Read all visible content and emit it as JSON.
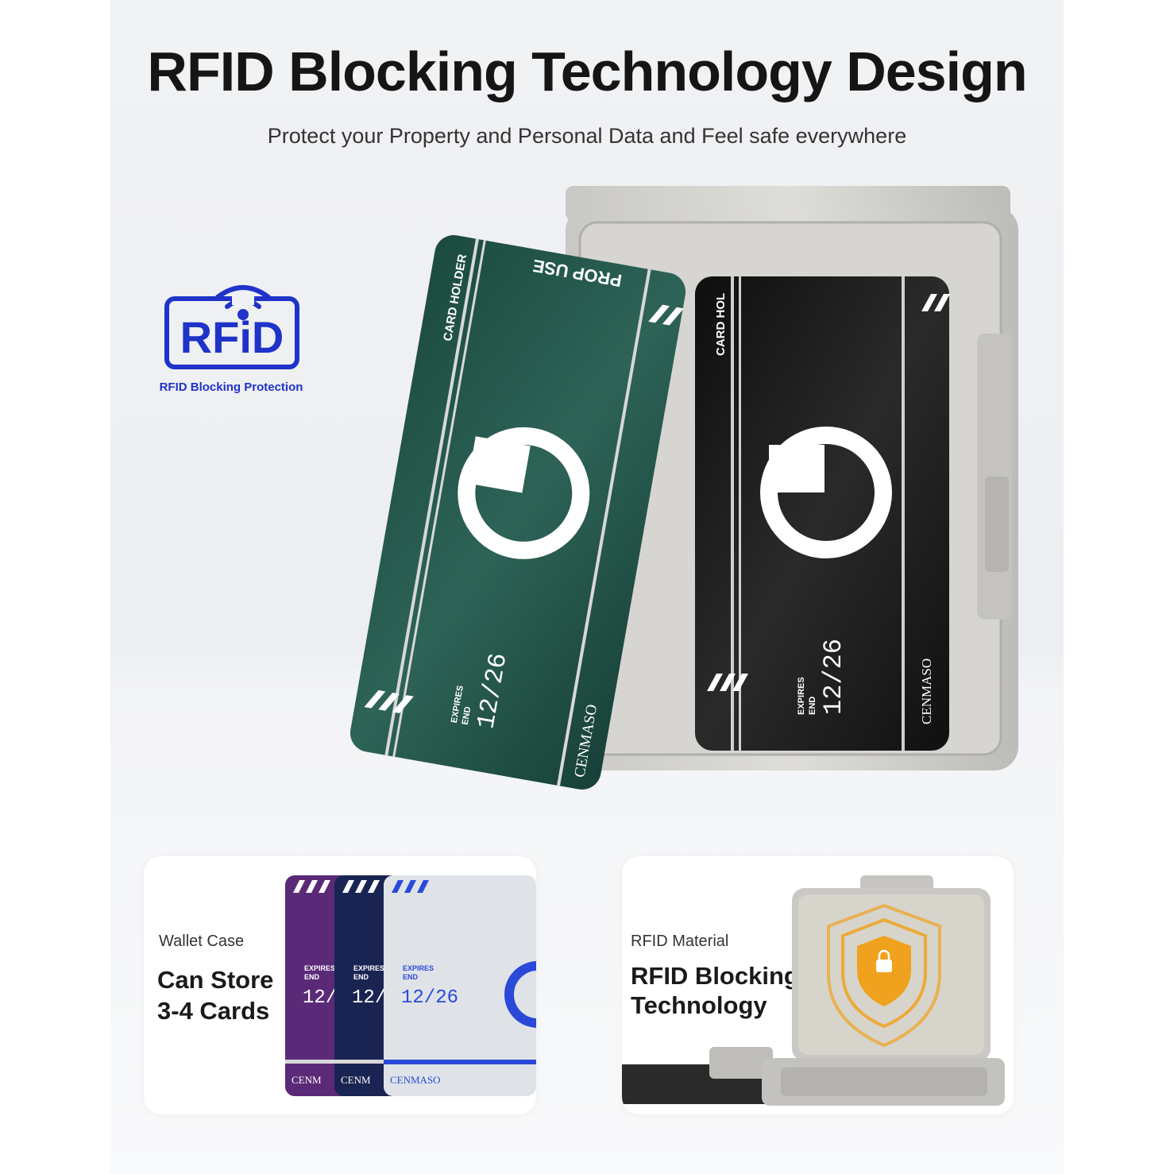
{
  "header": {
    "title": "RFID Blocking Technology Design",
    "subtitle": "Protect your Property and Personal Data and Feel safe everywhere"
  },
  "badge": {
    "logo_text": "RFiD",
    "caption": "RFID Blocking Protection",
    "color": "#1f33c9"
  },
  "front_card": {
    "top_text": "PROP USE",
    "side_text": "CARD HOLDER",
    "expires_label": "EXPIRES",
    "end_label": "END",
    "expiry": "12/26",
    "brand": "CENMASO",
    "color": "#1e4a40"
  },
  "back_card": {
    "side_text": "CARD HOL",
    "expires_label": "EXPIRES",
    "end_label": "END",
    "expiry": "12/26",
    "brand": "CENMASO",
    "color": "#141414"
  },
  "feature_left": {
    "small_label": "Wallet Case",
    "line1": "Can Store",
    "line2": "3-4 Cards",
    "stack": [
      {
        "expires": "EXPIRES",
        "end": "END",
        "expiry": "12/",
        "brand": "CENM",
        "color": "#5a2a78"
      },
      {
        "expires": "EXPIRES",
        "end": "END",
        "expiry": "12/",
        "brand": "CENM",
        "color": "#1a2452"
      },
      {
        "expires": "EXPIRES",
        "end": "END",
        "expiry": "12/26",
        "brand": "CENMASO",
        "color": "#dfe3e8"
      }
    ]
  },
  "feature_right": {
    "small_label": "RFID Material",
    "line1": "RFID Blocking",
    "line2": "Technology",
    "accent": "#f0a21e"
  }
}
